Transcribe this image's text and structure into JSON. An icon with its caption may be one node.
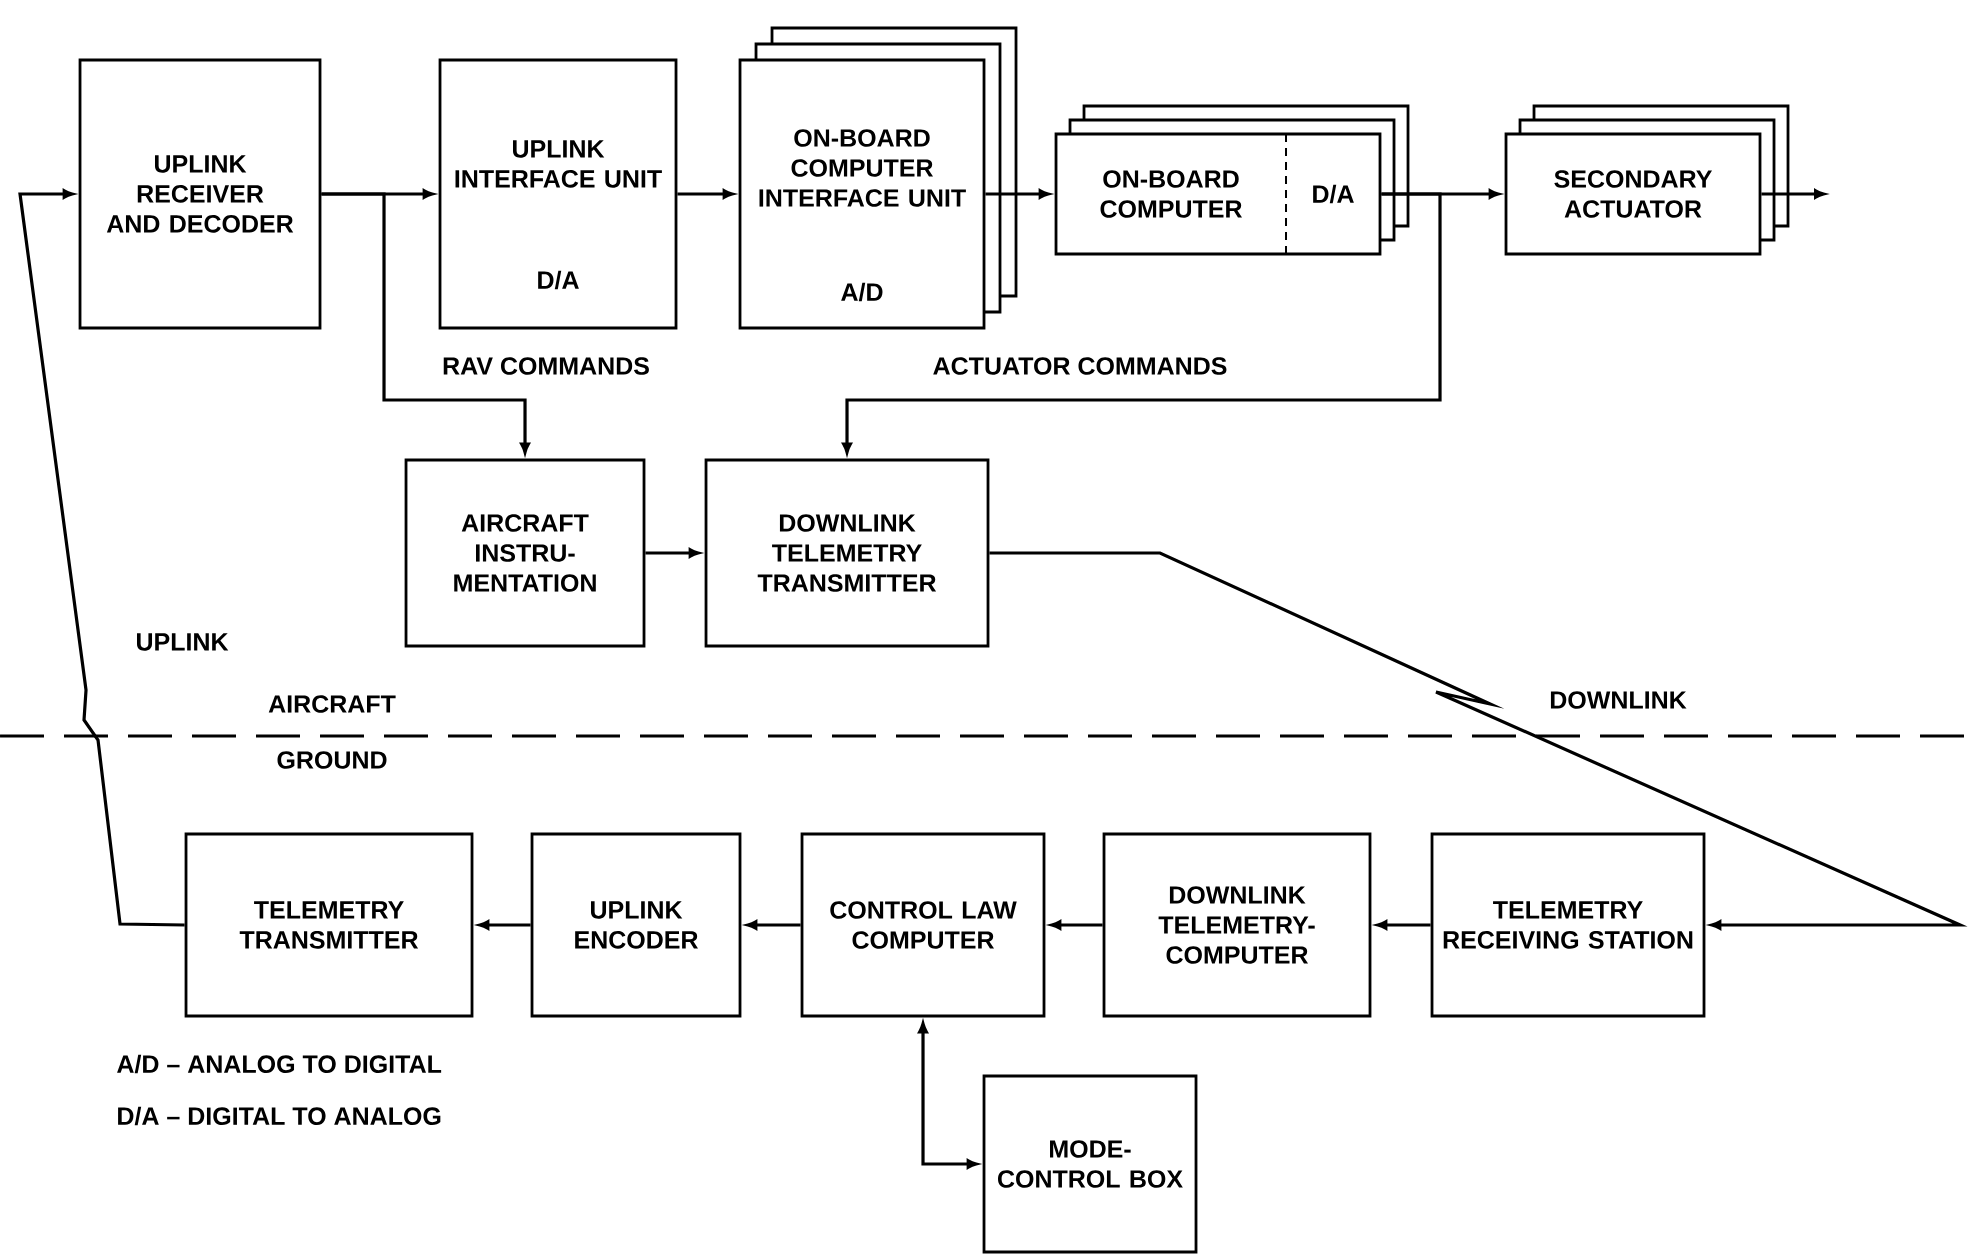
{
  "diagram": {
    "nodes": [
      {
        "text": [
          "UPLINK RECEIVER AND DECODER"
        ]
      },
      {
        "text": [
          "UPLINK INTERFACE UNIT",
          "D/A"
        ]
      },
      {
        "text": [
          "ON-BOARD COMPUTER INTERFACE UNIT",
          "A/D"
        ]
      },
      {
        "text": [
          "ON-BOARD COMPUTER",
          "D/A"
        ]
      },
      {
        "text": [
          "SECONDARY ACTUATOR"
        ]
      },
      {
        "text": [
          "AIRCRAFT INSTRU- MENTATION"
        ]
      },
      {
        "text": [
          "DOWNLINK TELEMETRY TRANSMITTER"
        ]
      },
      {
        "text": [
          "TELEMETRY TRANSMITTER"
        ]
      },
      {
        "text": [
          "UPLINK ENCODER"
        ]
      },
      {
        "text": [
          "CONTROL LAW COMPUTER"
        ]
      },
      {
        "text": [
          "DOWNLINK TELEMETRY- COMPUTER"
        ]
      },
      {
        "text": [
          "TELEMETRY RECEIVING STATION"
        ]
      },
      {
        "text": [
          "MODE- CONTROL BOX"
        ]
      }
    ],
    "edges": [
      {
        "from": 7,
        "to": 0,
        "arrow": "to"
      },
      {
        "from": 0,
        "to": 1,
        "arrow": "to"
      },
      {
        "from": 0,
        "to": 5,
        "arrow": "to"
      },
      {
        "from": 1,
        "to": 2,
        "arrow": "to"
      },
      {
        "from": 2,
        "to": 3,
        "arrow": "to"
      },
      {
        "from": 3,
        "to": 4,
        "arrow": "to"
      },
      {
        "from": 3,
        "to": 6,
        "arrow": "to"
      },
      {
        "from": 4,
        "to": null,
        "arrow": "to"
      },
      {
        "from": 5,
        "to": 6,
        "arrow": "to"
      },
      {
        "from": 6,
        "to": 11,
        "arrow": "to"
      },
      {
        "from": 11,
        "to": 10,
        "arrow": "to"
      },
      {
        "from": 10,
        "to": 9,
        "arrow": "to"
      },
      {
        "from": 9,
        "to": 8,
        "arrow": "to"
      },
      {
        "from": 8,
        "to": 7,
        "arrow": "to"
      },
      {
        "from": 9,
        "to": 12,
        "arrow": "both"
      }
    ],
    "labels": [
      "RAV COMMANDS",
      "ACTUATOR COMMANDS",
      "UPLINK",
      "AIRCRAFT",
      "GROUND",
      "DOWNLINK",
      "A/D – ANALOG TO DIGITAL",
      "D/A – DIGITAL TO ANALOG"
    ]
  }
}
